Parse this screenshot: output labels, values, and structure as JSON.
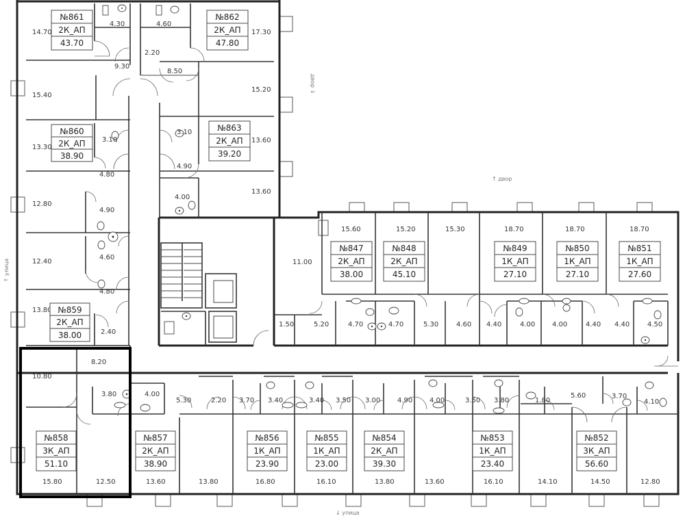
{
  "apartments": [
    {
      "id": "861",
      "no": "№861",
      "type": "2К_АП",
      "area": "43.70",
      "selected": false
    },
    {
      "id": "862",
      "no": "№862",
      "type": "2К_АП",
      "area": "47.80",
      "selected": false
    },
    {
      "id": "860",
      "no": "№860",
      "type": "2К_АП",
      "area": "38.90",
      "selected": false
    },
    {
      "id": "863",
      "no": "№863",
      "type": "2К_АП",
      "area": "39.20",
      "selected": false
    },
    {
      "id": "859",
      "no": "№859",
      "type": "2К_АП",
      "area": "38.00",
      "selected": false
    },
    {
      "id": "847",
      "no": "№847",
      "type": "2К_АП",
      "area": "38.00",
      "selected": false
    },
    {
      "id": "848",
      "no": "№848",
      "type": "2К_АП",
      "area": "45.10",
      "selected": false
    },
    {
      "id": "849",
      "no": "№849",
      "type": "1К_АП",
      "area": "27.10",
      "selected": false
    },
    {
      "id": "850",
      "no": "№850",
      "type": "1К_АП",
      "area": "27.10",
      "selected": false
    },
    {
      "id": "851",
      "no": "№851",
      "type": "1К_АП",
      "area": "27.60",
      "selected": false
    },
    {
      "id": "858",
      "no": "№858",
      "type": "3К_АП",
      "area": "51.10",
      "selected": true
    },
    {
      "id": "857",
      "no": "№857",
      "type": "2К_АП",
      "area": "38.90",
      "selected": false
    },
    {
      "id": "856",
      "no": "№856",
      "type": "1К_АП",
      "area": "23.90",
      "selected": false
    },
    {
      "id": "855",
      "no": "№855",
      "type": "1К_АП",
      "area": "23.00",
      "selected": false
    },
    {
      "id": "854",
      "no": "№854",
      "type": "2К_АП",
      "area": "39.30",
      "selected": false
    },
    {
      "id": "853",
      "no": "№853",
      "type": "1К_АП",
      "area": "23.40",
      "selected": false
    },
    {
      "id": "852",
      "no": "№852",
      "type": "3К_АП",
      "area": "56.60",
      "selected": false
    }
  ],
  "room_areas": [
    "14.70",
    "4.30",
    "4.60",
    "17.30",
    "9.30",
    "2.20",
    "8.50",
    "15.40",
    "15.20",
    "3.10",
    "3.10",
    "13.30",
    "13.60",
    "4.80",
    "4.90",
    "12.80",
    "4.90",
    "13.60",
    "4.00",
    "4.60",
    "12.40",
    "4.80",
    "13.80",
    "2.40",
    "15.60",
    "15.20",
    "15.30",
    "18.70",
    "18.70",
    "18.70",
    "11.00",
    "1.50",
    "5.20",
    "4.70",
    "4.70",
    "5.30",
    "4.60",
    "4.40",
    "4.00",
    "4.00",
    "4.40",
    "4.40",
    "4.50",
    "10.80",
    "8.20",
    "3.80",
    "4.00",
    "5.30",
    "2.20",
    "3.70",
    "3.40",
    "3.40",
    "3.50",
    "3.00",
    "4.90",
    "4.00",
    "3.50",
    "3.80",
    "1.80",
    "5.60",
    "3.70",
    "4.10",
    "15.80",
    "12.50",
    "13.60",
    "13.80",
    "16.80",
    "16.10",
    "13.80",
    "13.60",
    "16.10",
    "14.10",
    "14.50",
    "12.80"
  ],
  "directions": {
    "yard_right": "↑ двор",
    "yard_vertical": "двор ↓",
    "street_left": "↑ улица",
    "street_bottom": "↓ улица"
  },
  "colors": {
    "wall": "#222222",
    "selected_outline": "#000000"
  }
}
